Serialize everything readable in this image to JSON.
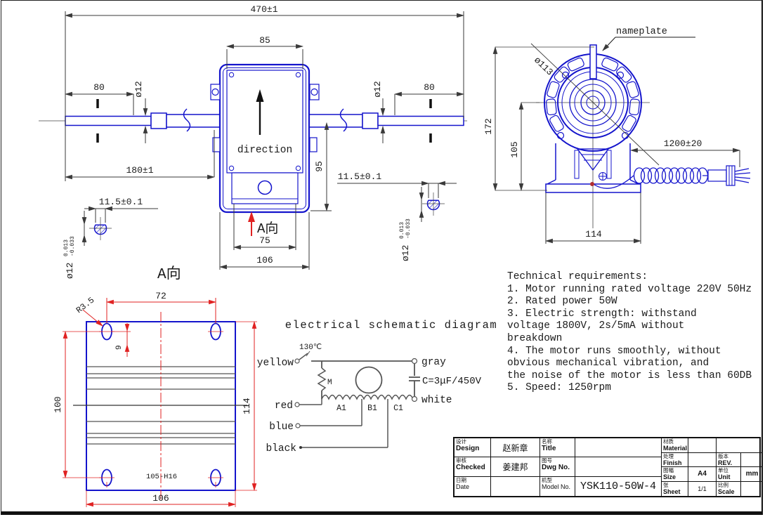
{
  "side": {
    "overall": "470±1",
    "body_w": "85",
    "shaft80": "80",
    "dia": "ø12",
    "len180": "180±1",
    "h95": "95",
    "w75": "75",
    "w106": "106",
    "flat": "11.5±0.1",
    "tol_d": "ø12",
    "tol_u": "0.013",
    "tol_l": "-0.033",
    "direction": "direction",
    "a_mark": "A向"
  },
  "front": {
    "nameplate": "nameplate",
    "d113": "ø113",
    "h172": "172",
    "h105": "105",
    "w114": "114",
    "cable": "1200±20"
  },
  "aview": {
    "title": "A向",
    "span72": "72",
    "r35": "R3.5",
    "off9": "9",
    "v100": "100",
    "h114": "114",
    "w106": "106",
    "note": "105-H16"
  },
  "schematic": {
    "title": "electrical schematic diagram",
    "t130": "130℃",
    "yellow": "yellow",
    "gray": "gray",
    "red": "red",
    "white": "white",
    "blue": "blue",
    "black": "black",
    "m": "M",
    "a1": "A1",
    "b1": "B1",
    "c1": "C1",
    "cap": "C=3μF/450V"
  },
  "tech": {
    "lines": [
      "Technical requirements:",
      "1. Motor running rated voltage 220V 50Hz",
      "2. Rated power 50W",
      "3. Electric strength: withstand",
      "voltage 1800V, 2s/5mA without",
      "breakdown",
      "4. The motor runs smoothly, without",
      "obvious mechanical vibration, and",
      "the noise of the motor is less than 60DB",
      "5. Speed: 1250rpm"
    ]
  },
  "title_block": {
    "design_cn": "设计",
    "design_en": "Design",
    "designer": "赵新章",
    "checked_cn": "审核",
    "checked_en": "Checked",
    "checker": "姜建邦",
    "date_cn": "日期",
    "date_en": "Date",
    "title_cn": "名称",
    "title_en": "Title",
    "dwg_cn": "图号",
    "dwg_en": "Dwg No.",
    "model_cn": "机型",
    "model_en": "Model No.",
    "model_value": "YSK110-50W-4",
    "material_cn": "材质",
    "material_en": "Material",
    "finish_cn": "处理",
    "finish_en": "Finish",
    "size_cn": "图幅",
    "size_en": "Size",
    "size_value": "A4",
    "sheet_cn": "张",
    "sheet_en": "Sheet",
    "sheet_value": "1/1",
    "rev_cn": "版本",
    "rev_en": "REV.",
    "unit_cn": "单位",
    "unit_en": "Unit",
    "unit_value": "mm",
    "scale_cn": "比例",
    "scale_en": "Scale"
  },
  "colors": {
    "line_blue": "#1414cc",
    "dim_dark": "#3a3a3a",
    "dim_red": "#e02222",
    "wire_gray": "#555555"
  }
}
